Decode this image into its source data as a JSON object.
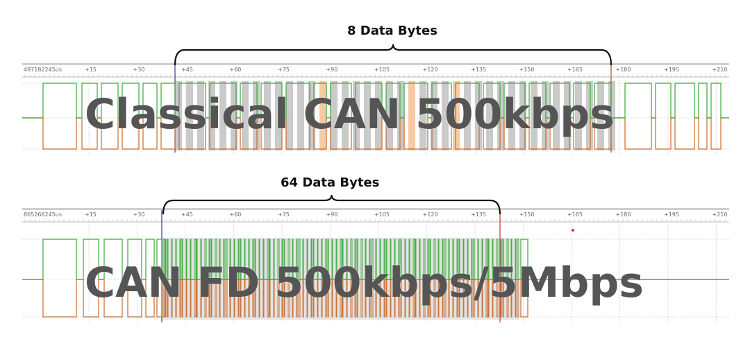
{
  "panels": [
    {
      "id": "classical",
      "bytes_label": "8 Data Bytes",
      "overlay_label": "Classical CAN 500kbps",
      "timestamp": "497182245us",
      "ticks": [
        "+15",
        "+30",
        "+45",
        "+60",
        "+75",
        "+90",
        "+105",
        "+120",
        "+135",
        "+150",
        "+165",
        "+180",
        "+195",
        "+210"
      ]
    },
    {
      "id": "fd",
      "bytes_label": "64 Data Bytes",
      "overlay_label": "CAN FD 500kbps/5Mbps",
      "timestamp": "865266245us",
      "ticks": [
        "+15",
        "+30",
        "+45",
        "+60",
        "+75",
        "+90",
        "+105",
        "+120",
        "+135",
        "+150",
        "+165",
        "+180",
        "+195",
        "+210"
      ]
    }
  ],
  "colors": {
    "can_high": "#3aa83a",
    "can_low": "#c86a2a",
    "byte_shade": "#b8b8b8",
    "byte_highlight": "#f4b886",
    "marker_start": "#3a3aa0",
    "marker_end": "#d03030",
    "overlay_text": "#555555"
  }
}
